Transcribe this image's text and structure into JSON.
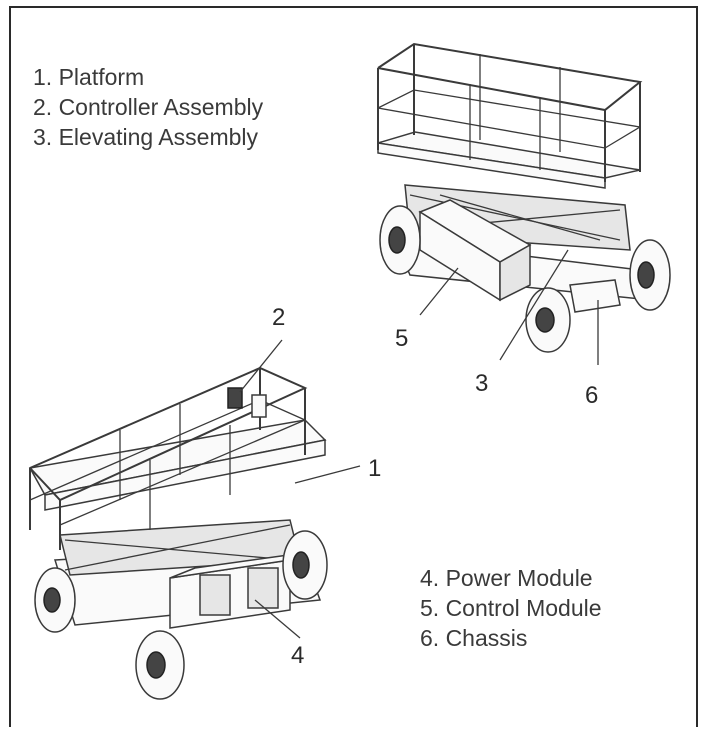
{
  "legend_top": [
    {
      "label": "1. Platform"
    },
    {
      "label": "2. Controller Assembly"
    },
    {
      "label": "3. Elevating Assembly"
    }
  ],
  "legend_bottom": [
    {
      "label": "4. Power Module"
    },
    {
      "label": "5. Control Module"
    },
    {
      "label": "6. Chassis"
    }
  ],
  "callouts": {
    "c1": "1",
    "c2": "2",
    "c3": "3",
    "c4": "4",
    "c5": "5",
    "c6": "6"
  }
}
